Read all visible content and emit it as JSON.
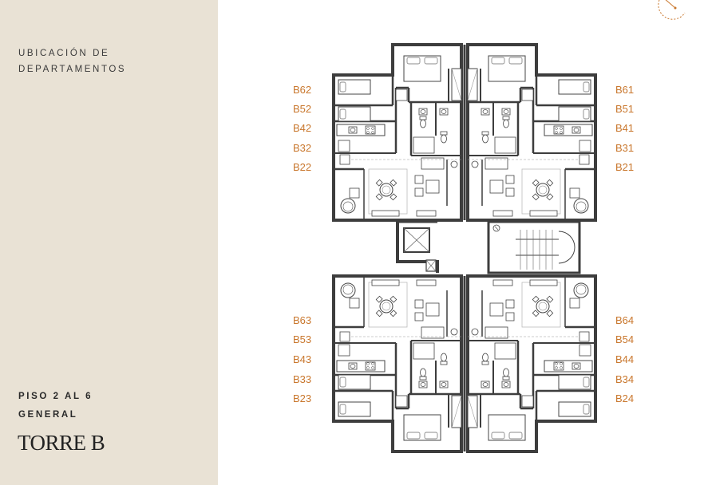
{
  "sidebar": {
    "title_line1": "UBICACIÓN DE",
    "title_line2": "DEPARTAMENTOS",
    "floor_line1": "PISO 2 AL 6",
    "floor_line2": "GENERAL",
    "tower": "TORRE B"
  },
  "units": {
    "top_left": [
      "B62",
      "B52",
      "B42",
      "B32",
      "B22"
    ],
    "top_right": [
      "B61",
      "B51",
      "B41",
      "B31",
      "B21"
    ],
    "bottom_left": [
      "B63",
      "B53",
      "B43",
      "B33",
      "B23"
    ],
    "bottom_right": [
      "B64",
      "B54",
      "B44",
      "B34",
      "B24"
    ]
  },
  "colors": {
    "sidebar_bg": "#e9e2d5",
    "unit_label": "#c9772d",
    "wall": "#3d3d3d",
    "wall_fill": "#8a8a8a"
  },
  "icons": [
    "compass-rose-icon",
    "elevator-icon",
    "stair-icon"
  ]
}
